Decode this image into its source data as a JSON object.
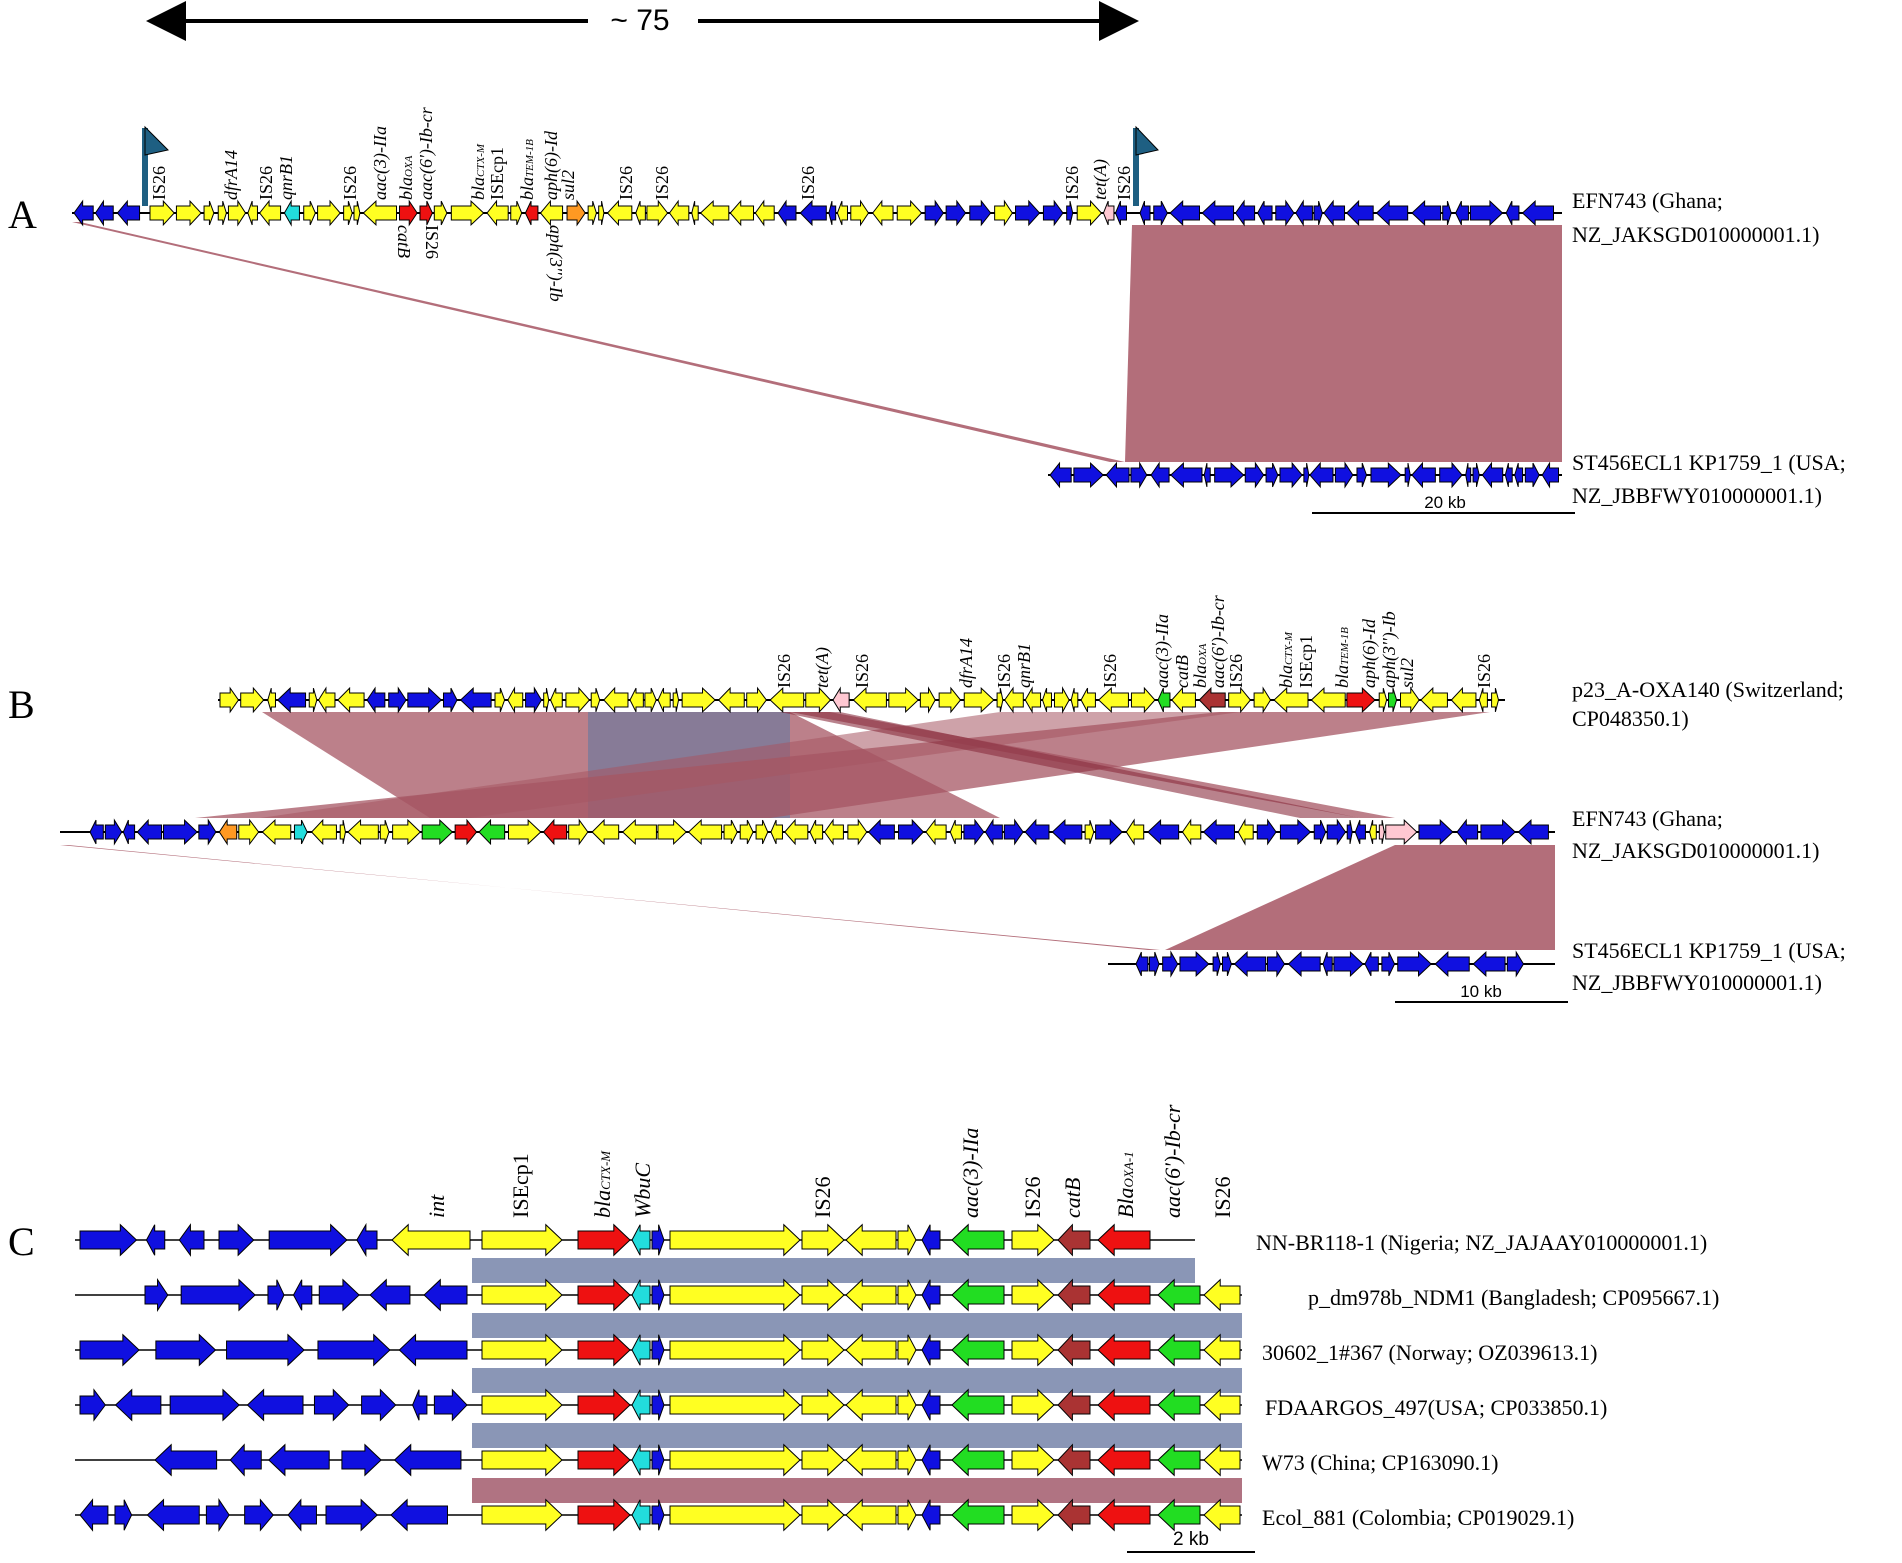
{
  "top_span": {
    "label": "~ 75"
  },
  "colors": {
    "blue": "#1010e0",
    "yellow": "#ffff22",
    "red": "#ee1111",
    "green": "#22dd22",
    "cyan": "#22dddd",
    "orange": "#ff9922",
    "pink": "#ffc8d2",
    "maroon": "#aa3333",
    "flag": "#1e5f82",
    "link_red": "#a65563",
    "link_blue": "#6478a0"
  },
  "panels": {
    "A": {
      "letter": "A",
      "tracks": [
        {
          "name": "EFN743 (Ghana;",
          "acc": "NZ_JAKSGD010000001.1)"
        },
        {
          "name": "ST456ECL1 KP1759_1 (USA;",
          "acc": "NZ_JBBFWY010000001.1)"
        }
      ],
      "top_genes": [
        {
          "text": "IS26",
          "italic": false
        },
        {
          "text": "dfrA14",
          "italic": true
        },
        {
          "text": "IS26",
          "italic": false
        },
        {
          "text": "qnrB1",
          "italic": true
        },
        {
          "text": "IS26",
          "italic": false
        },
        {
          "text": "aac(3)-IIa",
          "italic": true
        },
        {
          "text": "bla",
          "sub": "OXA",
          "italic": true
        },
        {
          "text": "aac(6')-Ib-cr",
          "italic": true
        },
        {
          "text": "bla",
          "sub": "CTX-M",
          "italic": true
        },
        {
          "text": "ISEcp1",
          "italic": false
        },
        {
          "text": "bla",
          "sub": "TEM-1B",
          "italic": true
        },
        {
          "text": "aph(6)-Id",
          "italic": true
        },
        {
          "text": "sul2",
          "italic": true
        },
        {
          "text": "IS26",
          "italic": false
        },
        {
          "text": "IS26",
          "italic": false
        },
        {
          "text": "IS26",
          "italic": false
        },
        {
          "text": "IS26",
          "italic": false
        },
        {
          "text": "tet(A)",
          "italic": true
        },
        {
          "text": "IS26",
          "italic": false
        }
      ],
      "bottom_genes": [
        {
          "text": "catB",
          "italic": true
        },
        {
          "text": "IS26",
          "italic": false
        },
        {
          "text": "aph(3'')-Ib",
          "italic": true
        }
      ],
      "scale": "20 kb"
    },
    "B": {
      "letter": "B",
      "tracks": [
        {
          "name": "p23_A-OXA140 (Switzerland;",
          "acc": "CP048350.1)"
        },
        {
          "name": "EFN743 (Ghana;",
          "acc": "NZ_JAKSGD010000001.1)"
        },
        {
          "name": "ST456ECL1 KP1759_1 (USA;",
          "acc": "NZ_JBBFWY010000001.1)"
        }
      ],
      "top_genes": [
        {
          "text": "IS26",
          "italic": false
        },
        {
          "text": "tet(A)",
          "italic": true
        },
        {
          "text": "IS26",
          "italic": false
        },
        {
          "text": "dfrA14",
          "italic": true
        },
        {
          "text": "IS26",
          "italic": false
        },
        {
          "text": "qnrB1",
          "italic": true
        },
        {
          "text": "IS26",
          "italic": false
        },
        {
          "text": "aac(3)-IIa",
          "italic": true
        },
        {
          "text": "catB",
          "italic": true
        },
        {
          "text": "bla",
          "sub": "OXA",
          "italic": true
        },
        {
          "text": "aac(6')-Ib-cr",
          "italic": true
        },
        {
          "text": "IS26",
          "italic": false
        },
        {
          "text": "bla",
          "sub": "CTX-M",
          "italic": true
        },
        {
          "text": "ISEcp1",
          "italic": false
        },
        {
          "text": "bla",
          "sub": "TEM-1B",
          "italic": true
        },
        {
          "text": "aph(6)-Id",
          "italic": true
        },
        {
          "text": "aph(3'')-Ib",
          "italic": true
        },
        {
          "text": "sul2",
          "italic": true
        },
        {
          "text": "IS26",
          "italic": false
        }
      ],
      "scale": "10 kb"
    },
    "C": {
      "letter": "C",
      "tracks": [
        {
          "name": "NN-BR118-1 (Nigeria; NZ_JAJAAY010000001.1)"
        },
        {
          "name": "p_dm978b_NDM1 (Bangladesh; CP095667.1)"
        },
        {
          "name": "30602_1#367 (Norway; OZ039613.1)"
        },
        {
          "name": "FDAARGOS_497(USA; CP033850.1)"
        },
        {
          "name": "W73 (China; CP163090.1)"
        },
        {
          "name": "Ecol_881 (Colombia; CP019029.1)"
        }
      ],
      "top_genes": [
        {
          "text": "int",
          "italic": true
        },
        {
          "text": "ISEcp1",
          "italic": false
        },
        {
          "text": "bla",
          "sub": "CTX-M",
          "italic": true
        },
        {
          "text": "WbuC",
          "italic": true
        },
        {
          "text": "IS26",
          "italic": false
        },
        {
          "text": "aac(3)-IIa",
          "italic": true
        },
        {
          "text": "IS26",
          "italic": false
        },
        {
          "text": "catB",
          "italic": true
        },
        {
          "text": "Bla",
          "sub": "OXA-1",
          "italic": true
        },
        {
          "text": "aac(6')-Ib-cr",
          "italic": true
        },
        {
          "text": "IS26",
          "italic": false
        }
      ],
      "scale": "2 kb"
    }
  }
}
